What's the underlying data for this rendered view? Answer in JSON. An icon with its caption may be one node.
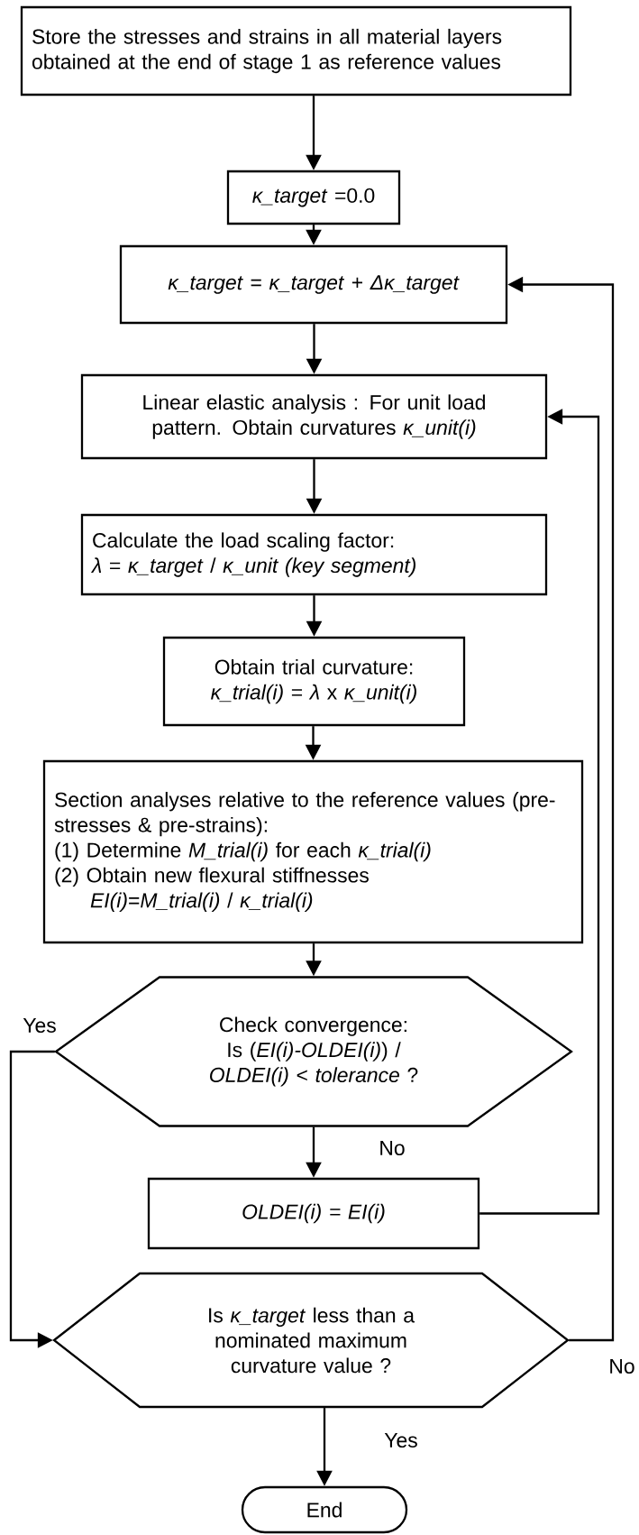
{
  "diagram": {
    "nodes": [
      {
        "text": [
          "Store the stresses and strains in all material layers obtained at the end of stage 1 as reference values"
        ]
      },
      {
        "text": [
          "*κ_target* =0.0"
        ]
      },
      {
        "text": [
          "*κ_target* = *κ_target* + *Δκ_target*"
        ]
      },
      {
        "text": [
          "Linear elastic analysis : For unit load pattern. Obtain curvatures *κ_unit(i)*"
        ]
      },
      {
        "text": [
          "Calculate the load scaling factor:",
          "*λ* = *κ_target* / *κ_unit (key segment)*"
        ]
      },
      {
        "text": [
          "Obtain trial curvature:",
          "*κ_trial(i)* = *λ* x *κ_unit(i)*"
        ]
      },
      {
        "text": [
          "Section analyses relative to the reference values (pre-stresses & pre-strains):",
          "(1) Determine *M_trial(i)* for each *κ_trial(i)*",
          "(2) Obtain new flexural stiffnesses",
          "*EI(i)*=*M_trial(i)* / *κ_trial(i)*"
        ]
      },
      {
        "text": [
          "Check convergence:",
          "Is (*EI(i)-OLDEI(i)*) / *OLDEI(i)* < *tolerance* ?"
        ]
      },
      {
        "text": [
          "OLDEI(i) = EI(i)"
        ]
      },
      {
        "text": [
          "Is *κ_target* less than a nominated maximum curvature value ?"
        ]
      },
      {
        "text": [
          "End"
        ]
      }
    ],
    "edges": [
      {
        "from": 0,
        "to": 1,
        "arrow": "to"
      },
      {
        "from": 1,
        "to": 2,
        "arrow": "to"
      },
      {
        "from": 2,
        "to": 3,
        "arrow": "to"
      },
      {
        "from": 3,
        "to": 4,
        "arrow": "to"
      },
      {
        "from": 4,
        "to": 5,
        "arrow": "to"
      },
      {
        "from": 5,
        "to": 6,
        "arrow": "to"
      },
      {
        "from": 6,
        "to": 7,
        "arrow": "to"
      },
      {
        "from": 7,
        "to": 8,
        "arrow": "to",
        "label": "No"
      },
      {
        "from": 8,
        "to": 3,
        "arrow": "to"
      },
      {
        "from": 7,
        "to": 9,
        "arrow": "to",
        "label": "Yes"
      },
      {
        "from": 9,
        "to": 2,
        "arrow": "to",
        "label": "No"
      },
      {
        "from": 9,
        "to": 10,
        "arrow": "to",
        "label": "Yes"
      }
    ]
  }
}
